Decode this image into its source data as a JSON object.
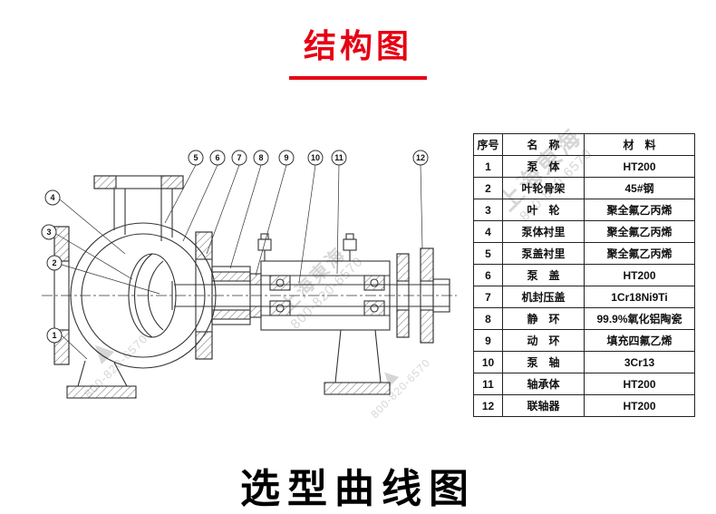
{
  "page": {
    "title": "结构图",
    "bottom_title": "选型曲线图"
  },
  "watermark": {
    "brand": "上海東海",
    "phone": "800-820-6570",
    "logo_glyph": "▲"
  },
  "diagram": {
    "callouts": [
      "1",
      "2",
      "3",
      "4",
      "5",
      "6",
      "7",
      "8",
      "9",
      "10",
      "11",
      "12"
    ]
  },
  "table": {
    "headers": [
      "序号",
      "名　称",
      "材　料"
    ],
    "rows": [
      {
        "no": "1",
        "name": "泵　体",
        "material": "HT200"
      },
      {
        "no": "2",
        "name": "叶轮骨架",
        "material": "45#钢"
      },
      {
        "no": "3",
        "name": "叶　轮",
        "material": "聚全氟乙丙烯"
      },
      {
        "no": "4",
        "name": "泵体衬里",
        "material": "聚全氟乙丙烯"
      },
      {
        "no": "5",
        "name": "泵盖衬里",
        "material": "聚全氟乙丙烯"
      },
      {
        "no": "6",
        "name": "泵　盖",
        "material": "HT200"
      },
      {
        "no": "7",
        "name": "机封压盖",
        "material": "1Cr18Ni9Ti"
      },
      {
        "no": "8",
        "name": "静　环",
        "material": "99.9%氧化铝陶瓷"
      },
      {
        "no": "9",
        "name": "动　环",
        "material": "填充四氟乙烯"
      },
      {
        "no": "10",
        "name": "泵　轴",
        "material": "3Cr13"
      },
      {
        "no": "11",
        "name": "轴承体",
        "material": "HT200"
      },
      {
        "no": "12",
        "name": "联轴器",
        "material": "HT200"
      }
    ]
  }
}
